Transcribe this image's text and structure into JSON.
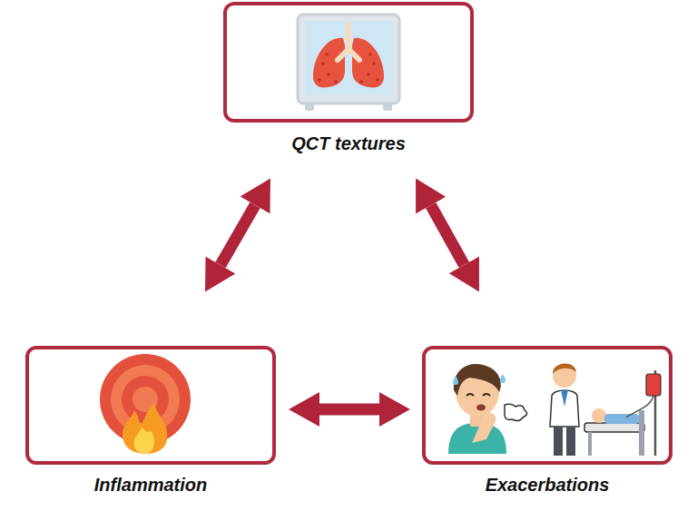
{
  "diagram": {
    "nodes": [
      {
        "text": [
          "QCT textures"
        ]
      },
      {
        "text": [
          "Inflammation"
        ]
      },
      {
        "text": [
          "Exacerbations"
        ]
      }
    ],
    "edges": [
      {
        "from": 0,
        "to": 1,
        "arrow": "both"
      },
      {
        "from": 0,
        "to": 2,
        "arrow": "both"
      },
      {
        "from": 1,
        "to": 2,
        "arrow": "both"
      }
    ]
  }
}
